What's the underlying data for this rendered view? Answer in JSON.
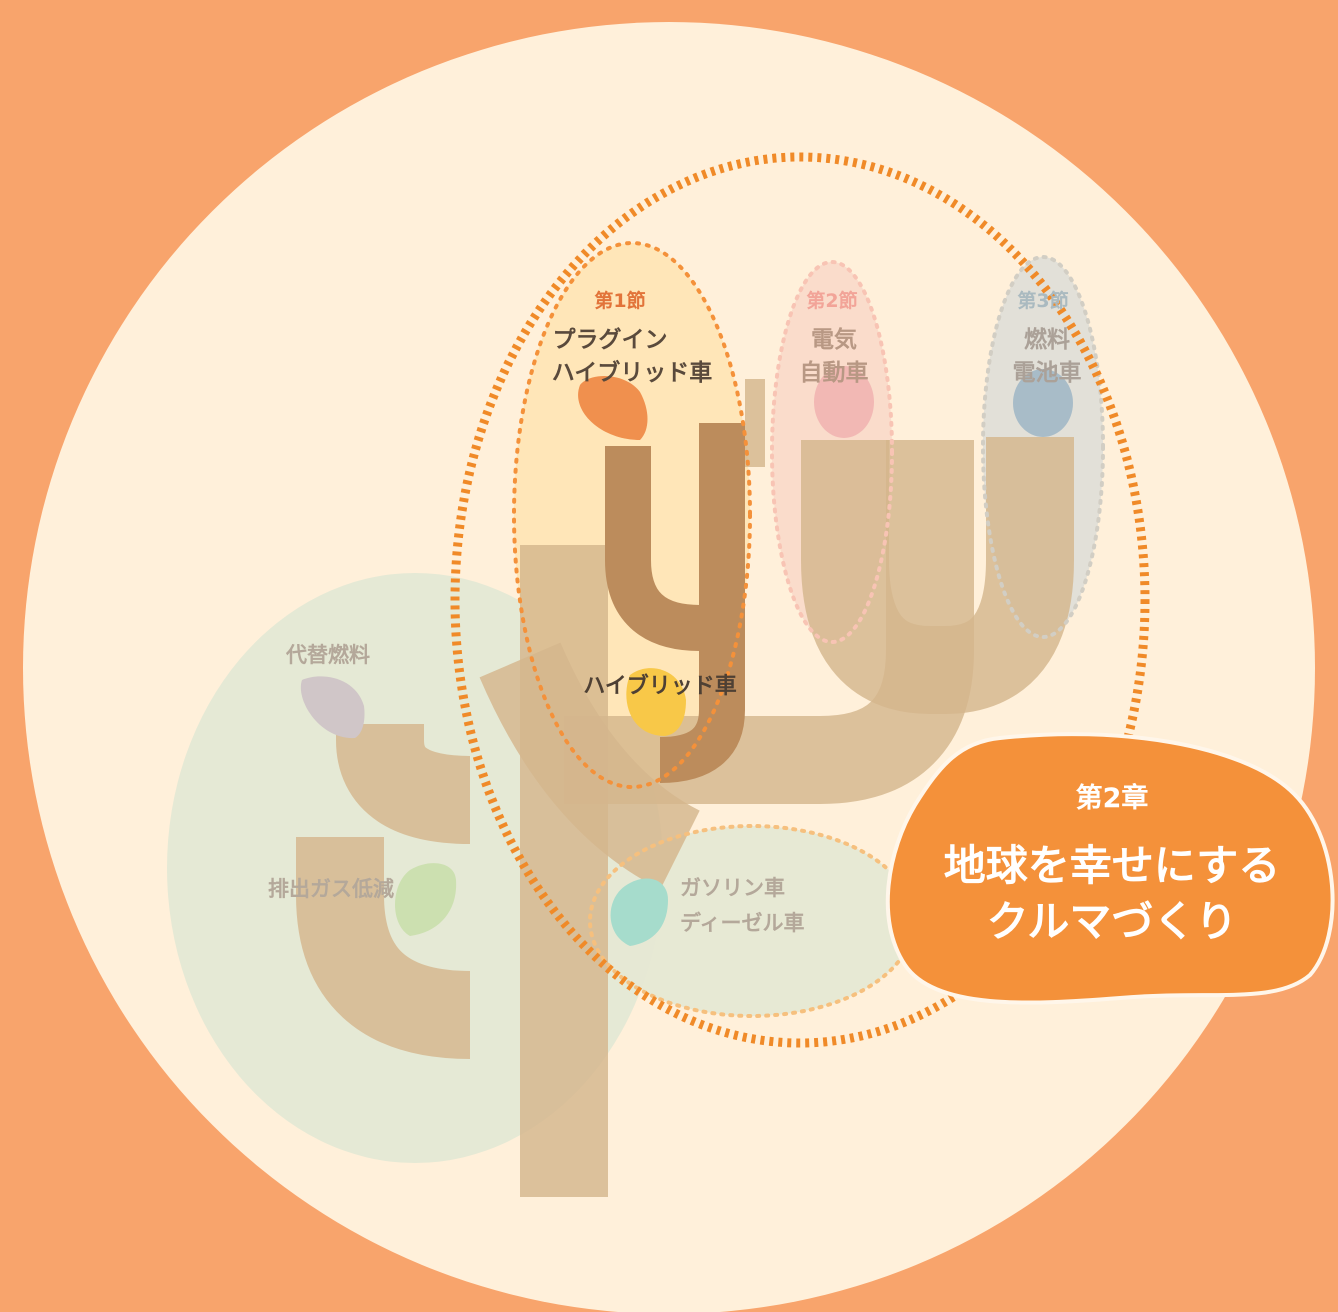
{
  "diagram": {
    "sections": [
      {
        "number": "第1節",
        "line1": "プラグイン",
        "line2": "ハイブリッド車"
      },
      {
        "number": "第2節",
        "line1": "電気",
        "line2": "自動車"
      },
      {
        "number": "第3節",
        "line1": "燃料",
        "line2": "電池車"
      }
    ],
    "branches": {
      "hybrid": "ハイブリッド車",
      "alt_fuel": "代替燃料",
      "emission": "排出ガス低減",
      "gasoline_line1": "ガソリン車",
      "gasoline_line2": "ディーゼル車"
    }
  },
  "chapter": {
    "number": "第2章",
    "title_line1": "地球を幸せにする",
    "title_line2": "クルマづくり"
  },
  "colors": {
    "background": "#F8A46C",
    "circle": "#FFF0DA",
    "accent_orange": "#F4913A",
    "trunk": "#D4B68C",
    "main_branch": "#BC8C5C",
    "highlight_zone": "#FFE6B8",
    "leaf_phev": "#F0904E",
    "leaf_ev": "#F2B8B4",
    "leaf_fcv": "#A8BCC8",
    "leaf_hybrid": "#F8C848",
    "leaf_alt_fuel": "#D0C6C8",
    "leaf_emission": "#CCE0B0",
    "leaf_gasoline": "#A6DCCC"
  }
}
